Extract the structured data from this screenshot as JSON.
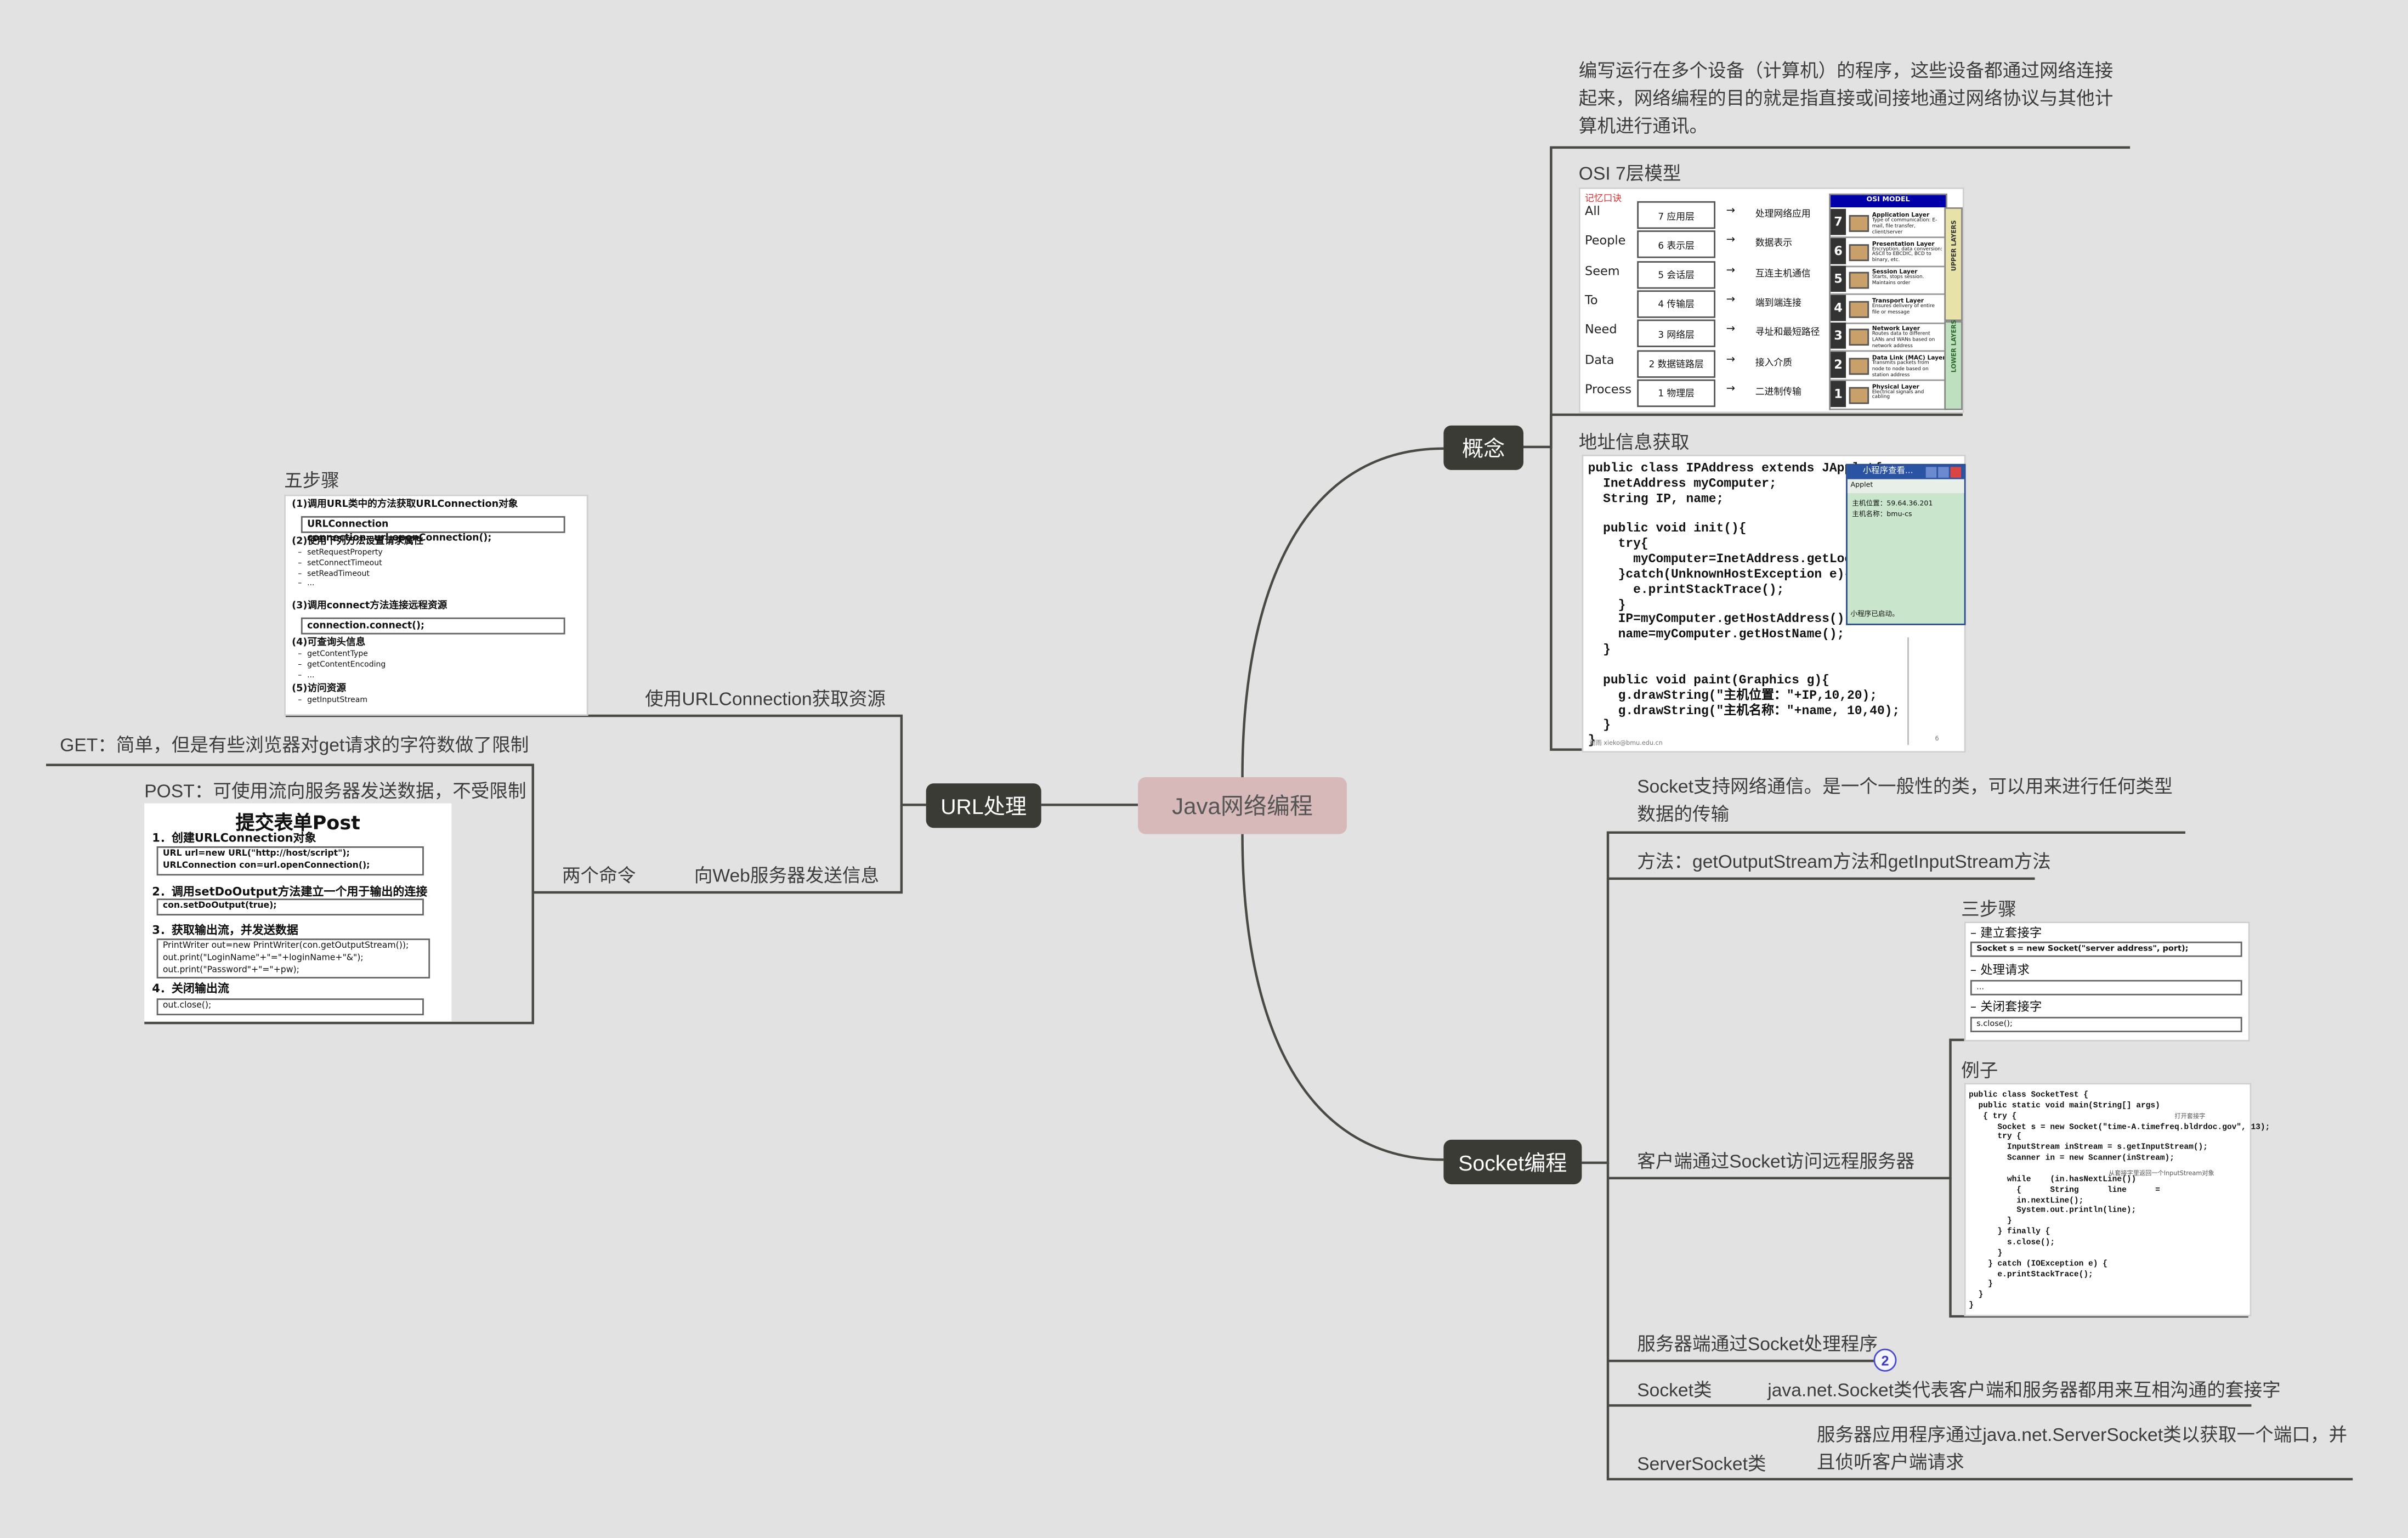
{
  "root": "Java网络编程",
  "branches": {
    "concept": {
      "label": "概念",
      "description": "编写运行在多个设备（计算机）的程序，这些设备都通过网络连接起来，网络编程的目的就是指直接或间接地通过网络协议与其他计算机进行通讯。",
      "osi_title": "OSI 7层模型",
      "address_title": "地址信息获取"
    },
    "socket": {
      "label": "Socket编程",
      "intro": "Socket支持网络通信。是一个一般性的类，可以用来进行任何类型数据的传输",
      "methods": "方法：getOutputStream方法和getInputStream方法",
      "client": "客户端通过Socket访问远程服务器",
      "three_steps": "三步骤",
      "example": "例子",
      "server": "服务器端通过Socket处理程序",
      "server_badge": "2",
      "socket_class": "Socket类",
      "socket_class_desc": "java.net.Socket类代表客户端和服务器都用来互相沟通的套接字",
      "server_socket_class": "ServerSocket类",
      "server_socket_desc": "服务器应用程序通过java.net.ServerSocket类以获取一个端口，并且侦听客户端请求"
    },
    "url": {
      "label": "URL处理",
      "urlconnection": "使用URLConnection获取资源",
      "five_steps": "五步骤",
      "two_commands": "两个命令",
      "send_info": "向Web服务器发送信息",
      "get_note": "GET：简单，但是有些浏览器对get请求的字符数做了限制",
      "post_note": "POST：可使用流向服务器发送数据，不受限制"
    }
  },
  "osi_image": {
    "mnemonic_title": "记忆口诀",
    "mnemonic": [
      "All",
      "People",
      "Seem",
      "To",
      "Need",
      "Data",
      "Process"
    ],
    "layers": [
      "7 应用层",
      "6 表示层",
      "5 会话层",
      "4 传输层",
      "3 网络层",
      "2 数据链路层",
      "1 物理层"
    ],
    "arrow": "→",
    "functions": [
      "处理网络应用",
      "数据表示",
      "互连主机通信",
      "端到端连接",
      "寻址和最短路径",
      "接入介质",
      "二进制传输"
    ],
    "model_header": "OSI MODEL",
    "model_layers": [
      {
        "num": "7",
        "name": "Application Layer",
        "desc": "Type of communication: E-mail, file transfer, client/server"
      },
      {
        "num": "6",
        "name": "Presentation Layer",
        "desc": "Encryption, data conversion: ASCII to EBCDIC, BCD to binary, etc."
      },
      {
        "num": "5",
        "name": "Session Layer",
        "desc": "Starts, stops session. Maintains order"
      },
      {
        "num": "4",
        "name": "Transport Layer",
        "desc": "Ensures delivery of entire file or message"
      },
      {
        "num": "3",
        "name": "Network Layer",
        "desc": "Routes data to different LANs and WANs based on network address"
      },
      {
        "num": "2",
        "name": "Data Link (MAC) Layer",
        "desc": "Transmits packets from node to node based on station address"
      },
      {
        "num": "1",
        "name": "Physical Layer",
        "desc": "Electrical signals and cabling"
      }
    ],
    "upper_label": "UPPER LAYERS",
    "lower_label": "LOWER LAYERS",
    "colors": {
      "header": "#0000aa",
      "upper": "#e6e2a8",
      "lower": "#bfe0bf"
    }
  },
  "address_image": {
    "code": "public class IPAddress extends JApplet{\n  InetAddress myComputer;\n  String IP, name;\n\n  public void init(){\n    try{\n      myComputer=InetAddress.getLocalHost();\n    }catch(UnknownHostException e){\n      e.printStackTrace();\n    }\n    IP=myComputer.getHostAddress();\n    name=myComputer.getHostName();\n  }\n\n  public void paint(Graphics g){\n    g.drawString(\"主机位置：\"+IP,10,20);\n    g.drawString(\"主机名称：\"+name, 10,40);\n  }\n}",
    "window_title": "小程序查看...",
    "window_menu": "Applet",
    "window_line1": "主机位置：59.64.36.201",
    "window_line2": "主机名称：bmu-cs",
    "window_status": "小程序已启动。",
    "footer": "谢雨  xieko@bmu.edu.cn",
    "page_num": "6"
  },
  "five_steps_image": {
    "step1": "(1)调用URL类中的方法获取URLConnection对象",
    "step1_code": "URLConnection connection=url.openConnection();",
    "step2": "(2)使用下列方法设置请求属性",
    "step2_items": [
      "setRequestProperty",
      "setConnectTimeout",
      "setReadTimeout",
      "..."
    ],
    "step3": "(3)调用connect方法连接远程资源",
    "step3_code": "connection.connect();",
    "step4": "(4)可查询头信息",
    "step4_items": [
      "getContentType",
      "getContentEncoding",
      "..."
    ],
    "step5": "(5)访问资源",
    "step5_items": [
      "getInputStream"
    ]
  },
  "post_image": {
    "title": "提交表单Post",
    "s1": "1．创建URLConnection对象",
    "s1_code1": "URL url=new URL(\"http://host/script\");",
    "s1_code2": "URLConnection con=url.openConnection();",
    "s2": "2．调用setDoOutput方法建立一个用于输出的连接",
    "s2_code": "con.setDoOutput(true);",
    "s3": "3．获取输出流，并发送数据",
    "s3_code1": "PrintWriter out=new PrintWriter(con.getOutputStream());",
    "s3_code2": "out.print(\"LoginName\"+\"=\"+loginName+\"&\");",
    "s3_code3": "out.print(\"Password\"+\"=\"+pw);",
    "s4": "4．关闭输出流",
    "s4_code": "out.close();"
  },
  "three_steps_image": {
    "s1": "– 建立套接字",
    "s1_code": "Socket s = new Socket(\"server address\", port);",
    "s2": "– 处理请求",
    "s2_code": "...",
    "s3": "– 关闭套接字",
    "s3_code": "s.close();"
  },
  "example_image": {
    "code": "public class SocketTest {\n  public static void main(String[] args)\n   { try {\n      Socket s = new Socket(\"time-A.timefreq.bldrdoc.gov\", 13);\n      try {\n        InputStream inStream = s.getInputStream();\n        Scanner in = new Scanner(inStream);\n\n        while    (in.hasNextLine())\n          {      String      line      =\n          in.nextLine();\n          System.out.println(line);\n        }\n      } finally {\n        s.close();\n      }\n    } catch (IOException e) {\n      e.printStackTrace();\n    }\n  }\n}",
    "note1": "打开套接字",
    "note2": "从套接字里返回一个InputStream对象"
  }
}
